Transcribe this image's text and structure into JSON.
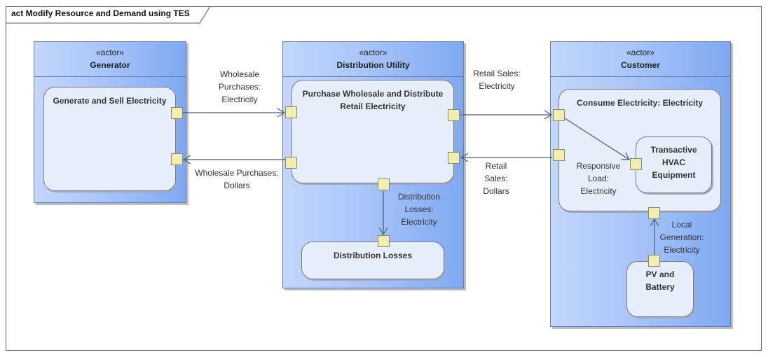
{
  "diagram": {
    "title": "act Modify Resource and Demand using TES"
  },
  "partitions": {
    "generator": {
      "stereotype": "«actor»",
      "name": "Generator"
    },
    "utility": {
      "stereotype": "«actor»",
      "name": "Distribution Utility"
    },
    "customer": {
      "stereotype": "«actor»",
      "name": "Customer"
    }
  },
  "actions": {
    "generate": "Generate and Sell Electricity",
    "purchase_line1": "Purchase Wholesale and Distribute",
    "purchase_line2": "Retail Electricity",
    "losses": "Distribution Losses",
    "consume": "Consume Electricity: Electricity",
    "hvac_line1": "Transactive",
    "hvac_line2": "HVAC",
    "hvac_line3": "Equipment",
    "pv_line1": "PV and",
    "pv_line2": "Battery"
  },
  "flows": {
    "wholesale_elec": [
      "Wholesale",
      "Purchases:",
      "Electricity"
    ],
    "wholesale_dollars": [
      "Wholesale Purchases:",
      "Dollars"
    ],
    "retail_elec": [
      "Retail Sales:",
      "Electricity"
    ],
    "retail_dollars": [
      "Retail",
      "Sales:",
      "Dollars"
    ],
    "dist_losses": [
      "Distribution",
      "Losses:",
      "Electricity"
    ],
    "responsive_load": [
      "Responsive",
      "Load:",
      "Electricity"
    ],
    "local_gen": [
      "Local",
      "Generation:",
      "Electricity"
    ]
  }
}
